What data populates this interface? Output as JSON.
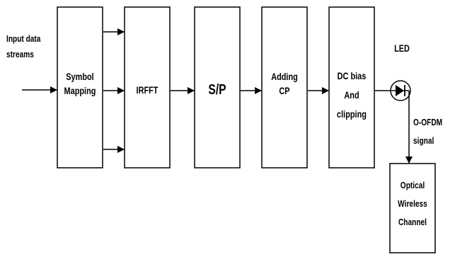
{
  "input_label": [
    "Input data",
    "streams"
  ],
  "blocks": {
    "symbol_mapping": [
      "Symbol",
      "Mapping"
    ],
    "irfft": [
      "IRFFT"
    ],
    "s_p": [
      "S/P"
    ],
    "adding_cp": [
      "Adding",
      "CP"
    ],
    "dc_bias": [
      "DC bias",
      "And",
      "clipping"
    ],
    "optical_channel": [
      "Optical",
      "Wireless",
      "Channel"
    ]
  },
  "led_label": "LED",
  "output_label": [
    "O-OFDM",
    "signal"
  ],
  "colors": {
    "line": "#000000",
    "box_fill": "#ffffff",
    "background": "#ffffff"
  }
}
